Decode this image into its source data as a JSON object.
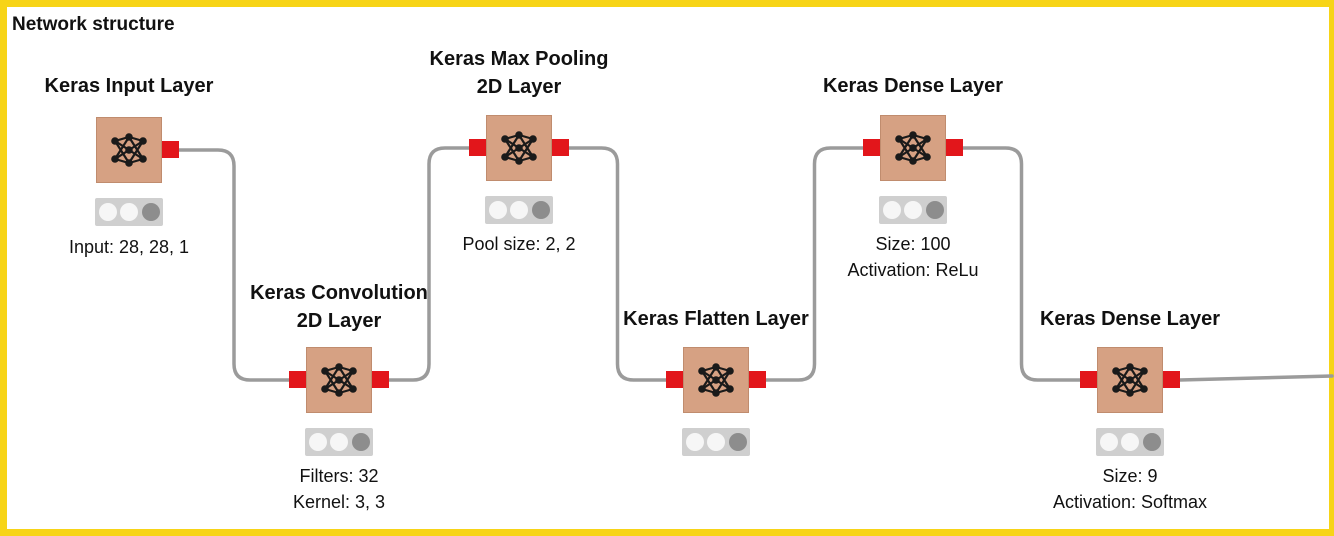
{
  "title": "Network structure",
  "nodes": [
    {
      "id": "input",
      "label": [
        "Keras Input Layer"
      ],
      "desc": [
        "Input: 28, 28, 1"
      ]
    },
    {
      "id": "conv2d",
      "label": [
        "Keras Convolution",
        "2D Layer"
      ],
      "desc": [
        "Filters: 32",
        "Kernel: 3, 3"
      ]
    },
    {
      "id": "maxpool",
      "label": [
        "Keras Max Pooling",
        "2D Layer"
      ],
      "desc": [
        "Pool size: 2, 2"
      ]
    },
    {
      "id": "flatten",
      "label": [
        "Keras Flatten Layer"
      ],
      "desc": []
    },
    {
      "id": "dense1",
      "label": [
        "Keras Dense Layer"
      ],
      "desc": [
        "Size: 100",
        "Activation: ReLu"
      ]
    },
    {
      "id": "dense2",
      "label": [
        "Keras Dense Layer"
      ],
      "desc": [
        "Size: 9",
        "Activation: Softmax"
      ]
    }
  ],
  "icon": "neural-network-icon",
  "colors": {
    "border": "#f7d417",
    "node": "#d6a183",
    "port": "#e2161b",
    "wire": "#9b9b9b",
    "status": "#cfcfcf"
  }
}
